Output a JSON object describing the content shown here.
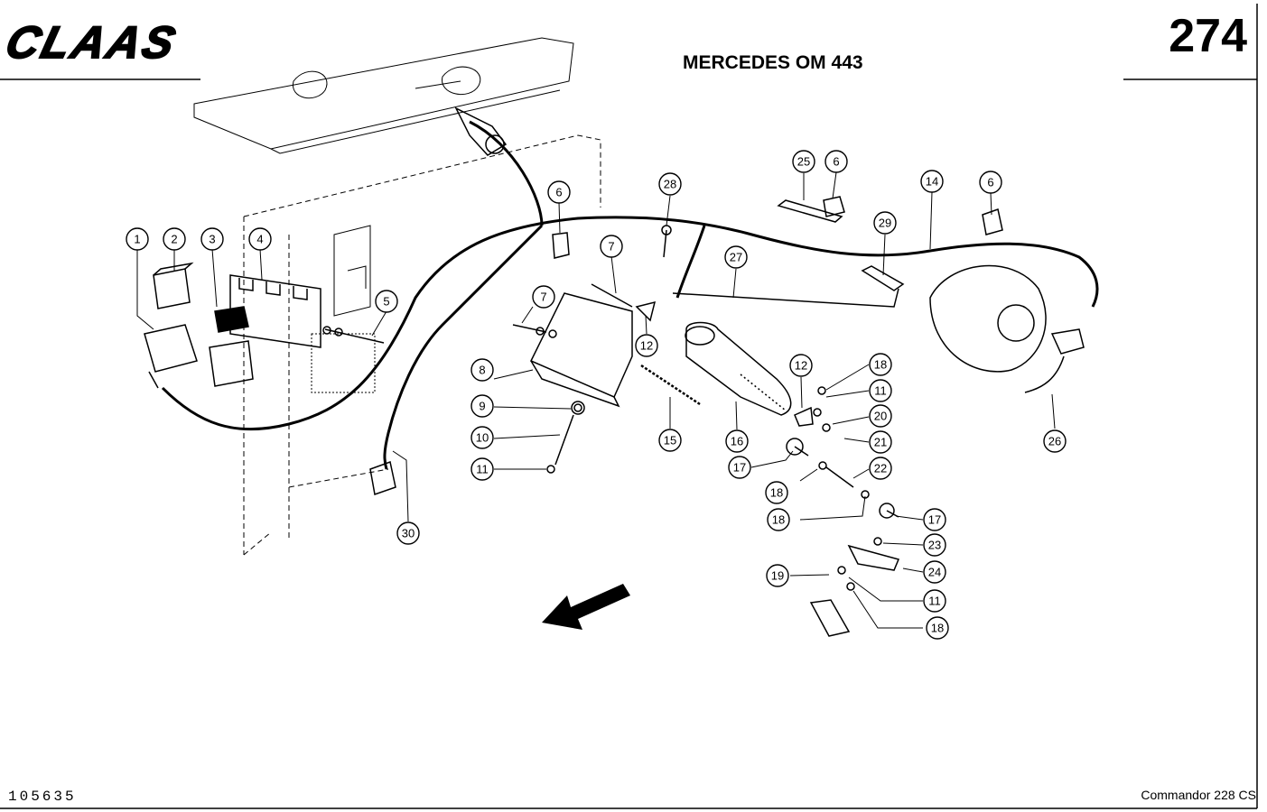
{
  "header": {
    "brand": "CLAAS",
    "page_number": "274",
    "title": "MERCEDES OM 443"
  },
  "footer": {
    "document_number": "105635",
    "model": "Commandor 228 CS"
  },
  "callouts": [
    {
      "id": "c1",
      "label": "1"
    },
    {
      "id": "c2",
      "label": "2"
    },
    {
      "id": "c3",
      "label": "3"
    },
    {
      "id": "c4",
      "label": "4"
    },
    {
      "id": "c5",
      "label": "5"
    },
    {
      "id": "c6a",
      "label": "6"
    },
    {
      "id": "c6b",
      "label": "6"
    },
    {
      "id": "c6c",
      "label": "6"
    },
    {
      "id": "c7a",
      "label": "7"
    },
    {
      "id": "c7b",
      "label": "7"
    },
    {
      "id": "c8",
      "label": "8"
    },
    {
      "id": "c9",
      "label": "9"
    },
    {
      "id": "c10",
      "label": "10"
    },
    {
      "id": "c11a",
      "label": "11"
    },
    {
      "id": "c11b",
      "label": "11"
    },
    {
      "id": "c11c",
      "label": "11"
    },
    {
      "id": "c12a",
      "label": "12"
    },
    {
      "id": "c12b",
      "label": "12"
    },
    {
      "id": "c14",
      "label": "14"
    },
    {
      "id": "c15",
      "label": "15"
    },
    {
      "id": "c16",
      "label": "16"
    },
    {
      "id": "c17a",
      "label": "17"
    },
    {
      "id": "c17b",
      "label": "17"
    },
    {
      "id": "c18a",
      "label": "18"
    },
    {
      "id": "c18b",
      "label": "18"
    },
    {
      "id": "c18c",
      "label": "18"
    },
    {
      "id": "c18d",
      "label": "18"
    },
    {
      "id": "c19",
      "label": "19"
    },
    {
      "id": "c20",
      "label": "20"
    },
    {
      "id": "c21",
      "label": "21"
    },
    {
      "id": "c22",
      "label": "22"
    },
    {
      "id": "c23",
      "label": "23"
    },
    {
      "id": "c24",
      "label": "24"
    },
    {
      "id": "c25",
      "label": "25"
    },
    {
      "id": "c26",
      "label": "26"
    },
    {
      "id": "c27",
      "label": "27"
    },
    {
      "id": "c28",
      "label": "28"
    },
    {
      "id": "c29",
      "label": "29"
    },
    {
      "id": "c30",
      "label": "30"
    }
  ]
}
